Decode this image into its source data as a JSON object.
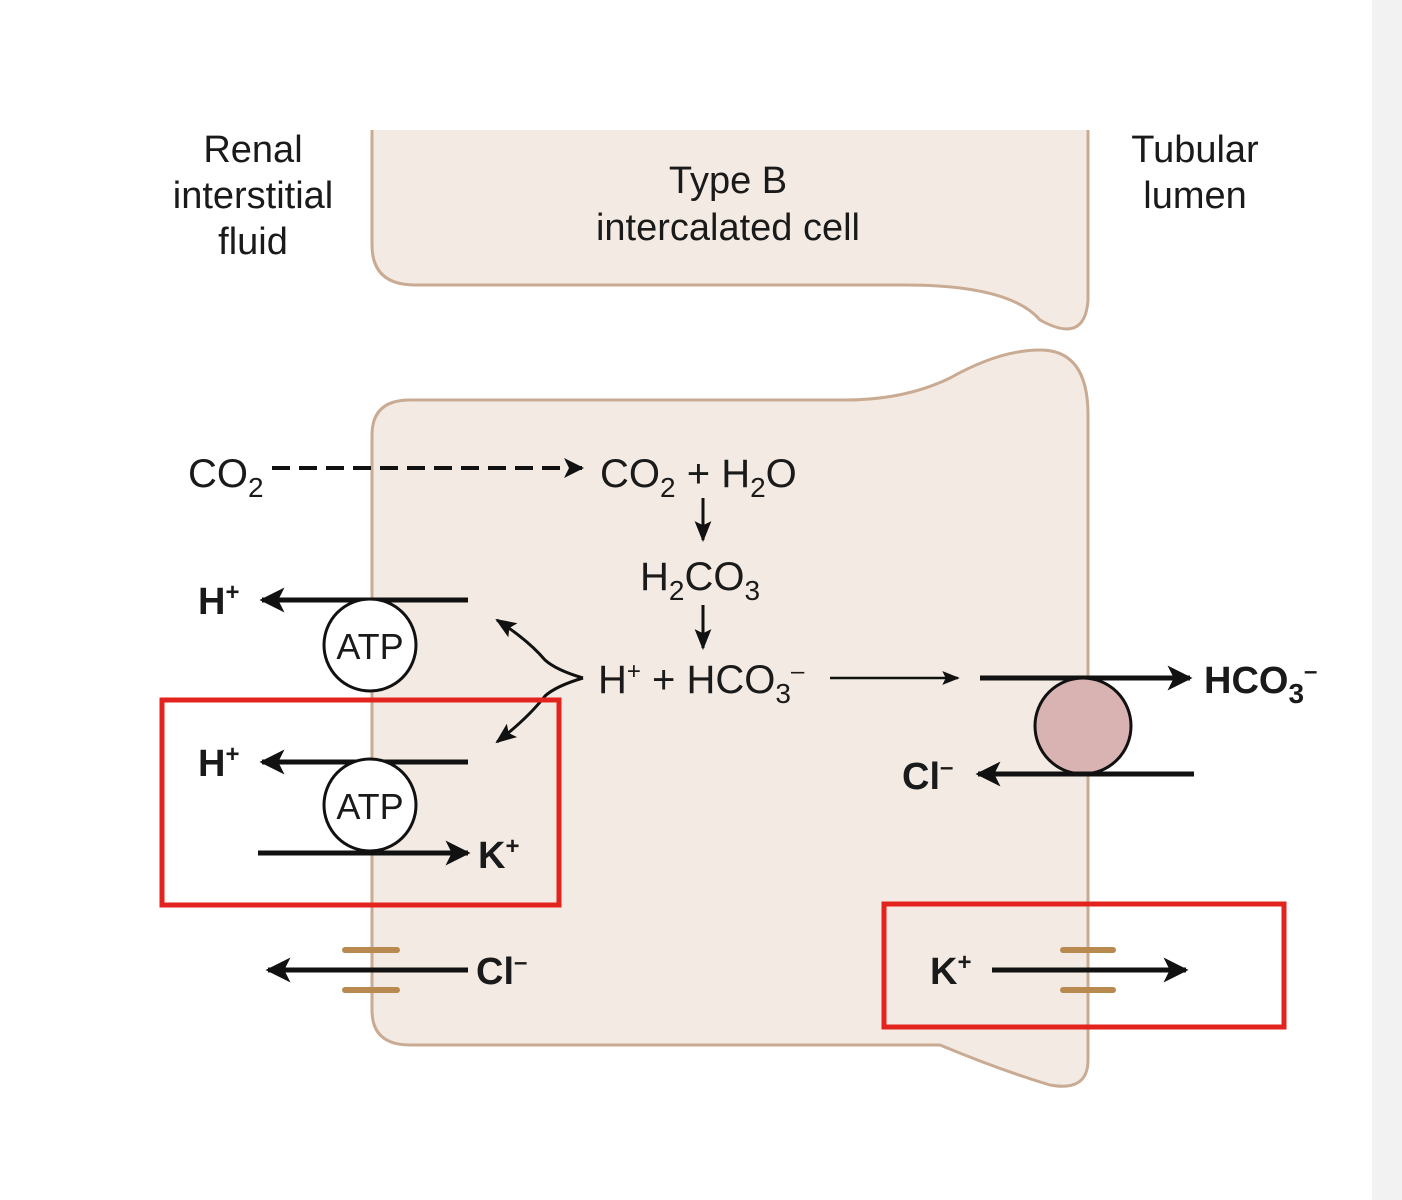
{
  "labels": {
    "interstitial": [
      "Renal",
      "interstitial",
      "fluid"
    ],
    "cell": [
      "Type B",
      "intercalated cell"
    ],
    "lumen": [
      "Tubular",
      "lumen"
    ]
  },
  "reactions": {
    "co2_outside": {
      "base": "CO",
      "sub": "2"
    },
    "co2": {
      "base": "CO",
      "sub": "2"
    },
    "plus": "+",
    "h2o": {
      "base": "H",
      "sub": "2",
      "tail": "O"
    },
    "h2co3": {
      "h": "H",
      "h_sub": "2",
      "co": "CO",
      "co_sub": "3"
    },
    "h_ion": {
      "base": "H",
      "sup": "+"
    },
    "hco3": {
      "base": "HCO",
      "sub": "3",
      "sup": "–"
    }
  },
  "transport": {
    "atp": "ATP",
    "h_ion": {
      "base": "H",
      "sup": "+"
    },
    "k_ion": {
      "base": "K",
      "sup": "+"
    },
    "cl_ion": {
      "base": "Cl",
      "sup": "–"
    },
    "hco3_ion": {
      "base": "HCO",
      "sub": "3",
      "sup": "–"
    }
  },
  "colors": {
    "cell_fill": "#f3ebe3",
    "cell_stroke": "#c9ab94",
    "exchanger_fill": "#d9b3b1",
    "channel": "#b98a50",
    "highlight": "#e3231e"
  }
}
